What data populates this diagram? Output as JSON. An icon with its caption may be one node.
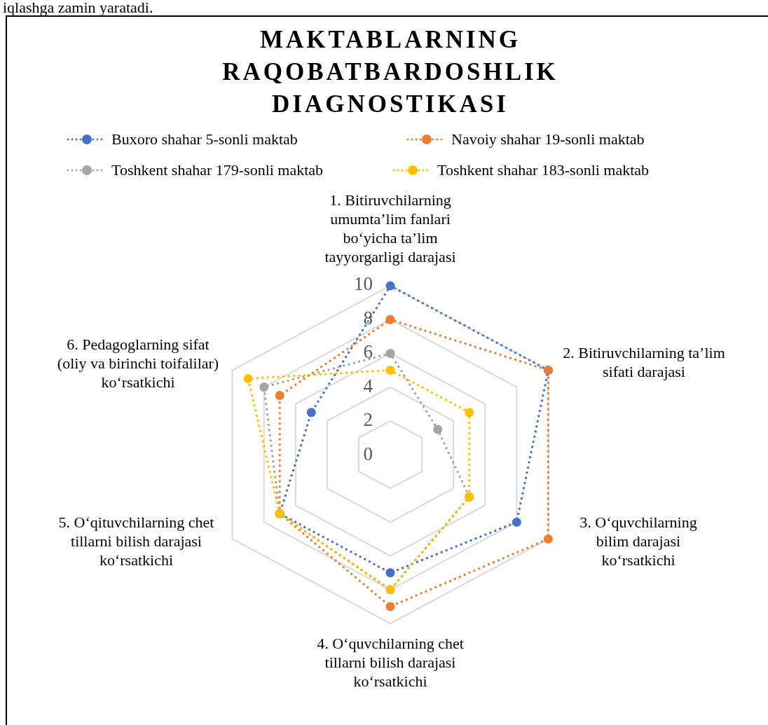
{
  "diagram": {
    "title": "MAKTABLARNING RAQOBATBARDOSHLIK DIAGNOSTIKASI",
    "labels": [
      "iqlashga zamin yaratadi.",
      "1. Bitiruvchilarning umumta’lim fanlari bo‘yicha ta’lim tayyorgarligi darajasi",
      "10",
      "8",
      "6. Pedagoglarning sifat (oliy va birinchi toifalilar) ko‘rsatkichi",
      "2. Bitiruvchilarning ta’lim sifati darajasi",
      "6",
      "4",
      "2",
      "0",
      "5. O‘qituvchilarning chet tillarni bilish darajasi ko‘rsatkichi",
      "3. O‘quvchilarning bilim darajasi ko‘rsatkichi",
      "4. O‘quvchilarning chet tillarni bilish darajasi ko‘rsatkichi"
    ],
    "legend": [
      {
        "text": "Buxoro shahar 5-sonli maktab",
        "color": "#4472c4"
      },
      {
        "text": "Navoiy shahar 19-sonli maktab",
        "color": "#ed7d31"
      },
      {
        "text": "Toshkent shahar 179-sonli maktab",
        "color": "#a5a5a5"
      },
      {
        "text": "Toshkent shahar 183-sonli maktab",
        "color": "#ffc000"
      }
    ]
  }
}
